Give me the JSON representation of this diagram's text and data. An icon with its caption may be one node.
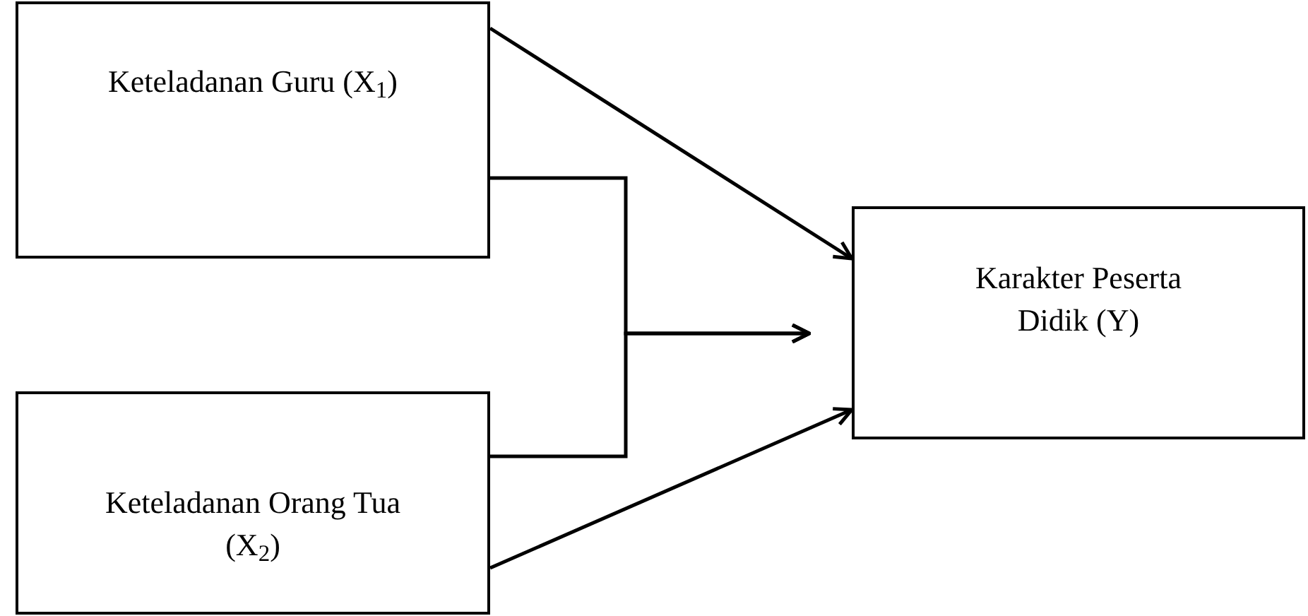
{
  "diagram": {
    "nodes": [
      {
        "text": [
          "Keteladanan Guru (X$_{1}$)"
        ]
      },
      {
        "text": [
          "Keteladanan Orang Tua (X$_{2}$)"
        ]
      },
      {
        "text": [
          "Karakter Peserta Didik (Y)"
        ]
      }
    ],
    "edges": [
      {
        "from": 0,
        "to": 2,
        "arrow": "to"
      },
      {
        "from": 1,
        "to": 2,
        "arrow": "to"
      },
      {
        "from": 0,
        "to": null,
        "arrow": "to"
      },
      {
        "from": 1,
        "to": null,
        "arrow": "to"
      }
    ]
  }
}
